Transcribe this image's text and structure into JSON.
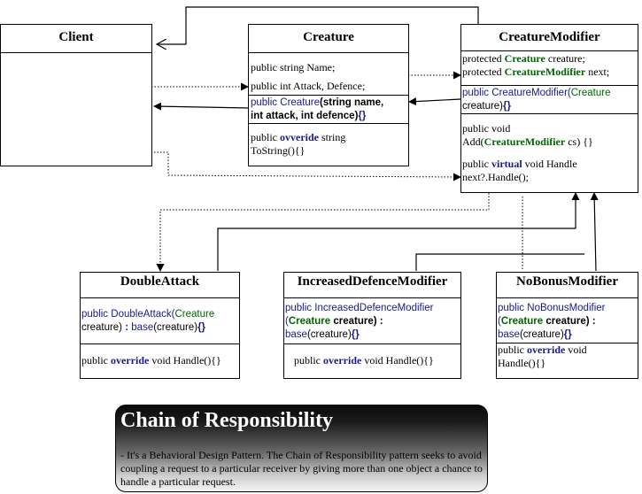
{
  "client": {
    "title": "Client"
  },
  "creature": {
    "title": "Creature",
    "field1": "public string Name;",
    "field2": "public int Attack, Defence;",
    "ctor_kw": "public",
    "ctor_name": "Creature",
    "ctor_args1": "(string name,",
    "ctor_args2": "int attack, int defence)",
    "ctor_body": "{}",
    "m_kw": "public",
    "m_override": "ovveride",
    "m_type": "string",
    "m_name": "ToString(){}"
  },
  "creature_modifier": {
    "title": "CreatureModifier",
    "f1_kw": "protected",
    "f1_type": "Creature",
    "f1_name": "creature;",
    "f2_kw": "protected",
    "f2_type": "CreatureModifier",
    "f2_name": "next;",
    "ctor_kw": "public",
    "ctor_name": "CreatureModifier(",
    "ctor_type": "Creature",
    "ctor_arg": "creature)",
    "ctor_body": "{}",
    "add_kw": "public void",
    "add_name": "Add(",
    "add_type": "CreatureModifier",
    "add_arg": "cs) {}",
    "h_kw": "public",
    "h_virtual": "virtual",
    "h_rest": "void Handle",
    "h_next": "next?.Handle();"
  },
  "double_attack": {
    "title": "DoubleAttack",
    "ctor_kw": "public",
    "ctor_name": "DoubleAttack(",
    "ctor_type": "Creature",
    "ctor_arg": "creature)",
    "ctor_base_sep": ":",
    "ctor_base": "base",
    "ctor_base_arg": "(creature)",
    "ctor_body": "{}",
    "m_kw": "public",
    "m_override": "override",
    "m_rest": "void Handle(){}"
  },
  "increased_defence": {
    "title": "IncreasedDefenceModifier",
    "ctor_kw": "public",
    "ctor_name": "IncreasedDefenceModifier",
    "ctor_open": "(",
    "ctor_type": "Creature",
    "ctor_arg": "creature) :",
    "ctor_base": "base",
    "ctor_base_arg": "(creature)",
    "ctor_body": "{}",
    "m_kw": "public",
    "m_override": "override",
    "m_rest": "void Handle(){}"
  },
  "no_bonus": {
    "title": "NoBonusModifier",
    "ctor_kw": "public",
    "ctor_name": "NoBonusModifier",
    "ctor_open": "(",
    "ctor_type": "Creature",
    "ctor_arg": "creature) :",
    "ctor_base": "base",
    "ctor_base_arg": "(creature)",
    "ctor_body": "{}",
    "m_kw": "public",
    "m_override": "override",
    "m_rest": "void",
    "m_rest2": "Handle(){}"
  },
  "pattern": {
    "title": "Chain of Responsibility",
    "description": "- It's a Behavioral Design Pattern. The Chain of Responsibility pattern seeks to avoid coupling a request to a particular receiver by giving more than one object a chance to handle a particular request."
  }
}
